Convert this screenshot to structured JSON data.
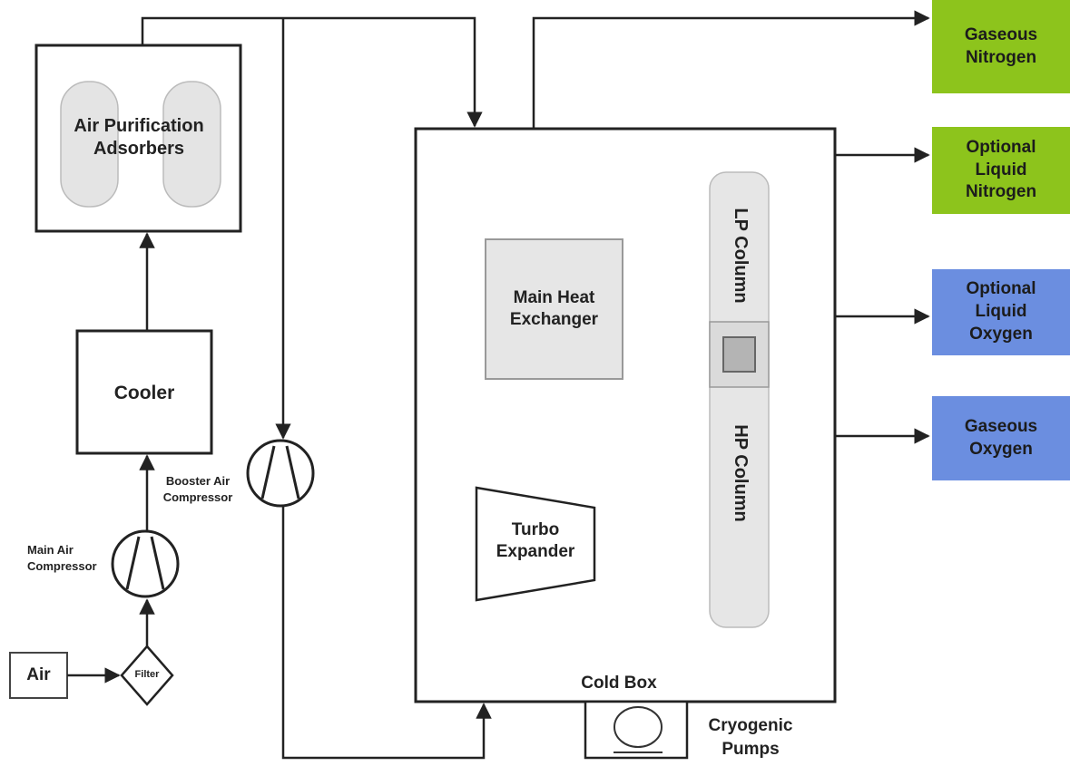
{
  "units": {
    "air_purification": "Air Purification\nAdsorbers",
    "cooler": "Cooler",
    "booster_air_compressor": "Booster Air\nCompressor",
    "main_air_compressor": "Main Air\nCompressor",
    "air": "Air",
    "filter": "Filter",
    "main_heat_exchanger": "Main Heat\nExchanger",
    "turbo_expander": "Turbo\nExpander",
    "lp_column": "LP Column",
    "hp_column": "HP Column",
    "cold_box": "Cold Box",
    "cryogenic_pumps": "Cryogenic\nPumps"
  },
  "products": [
    {
      "label": "Gaseous\nNitrogen",
      "color": "#8dc41c"
    },
    {
      "label": "Optional\nLiquid\nNitrogen",
      "color": "#8dc41c"
    },
    {
      "label": "Optional\nLiquid\nOxygen",
      "color": "#6b8ee0"
    },
    {
      "label": "Gaseous\nOxygen",
      "color": "#6b8ee0"
    }
  ]
}
